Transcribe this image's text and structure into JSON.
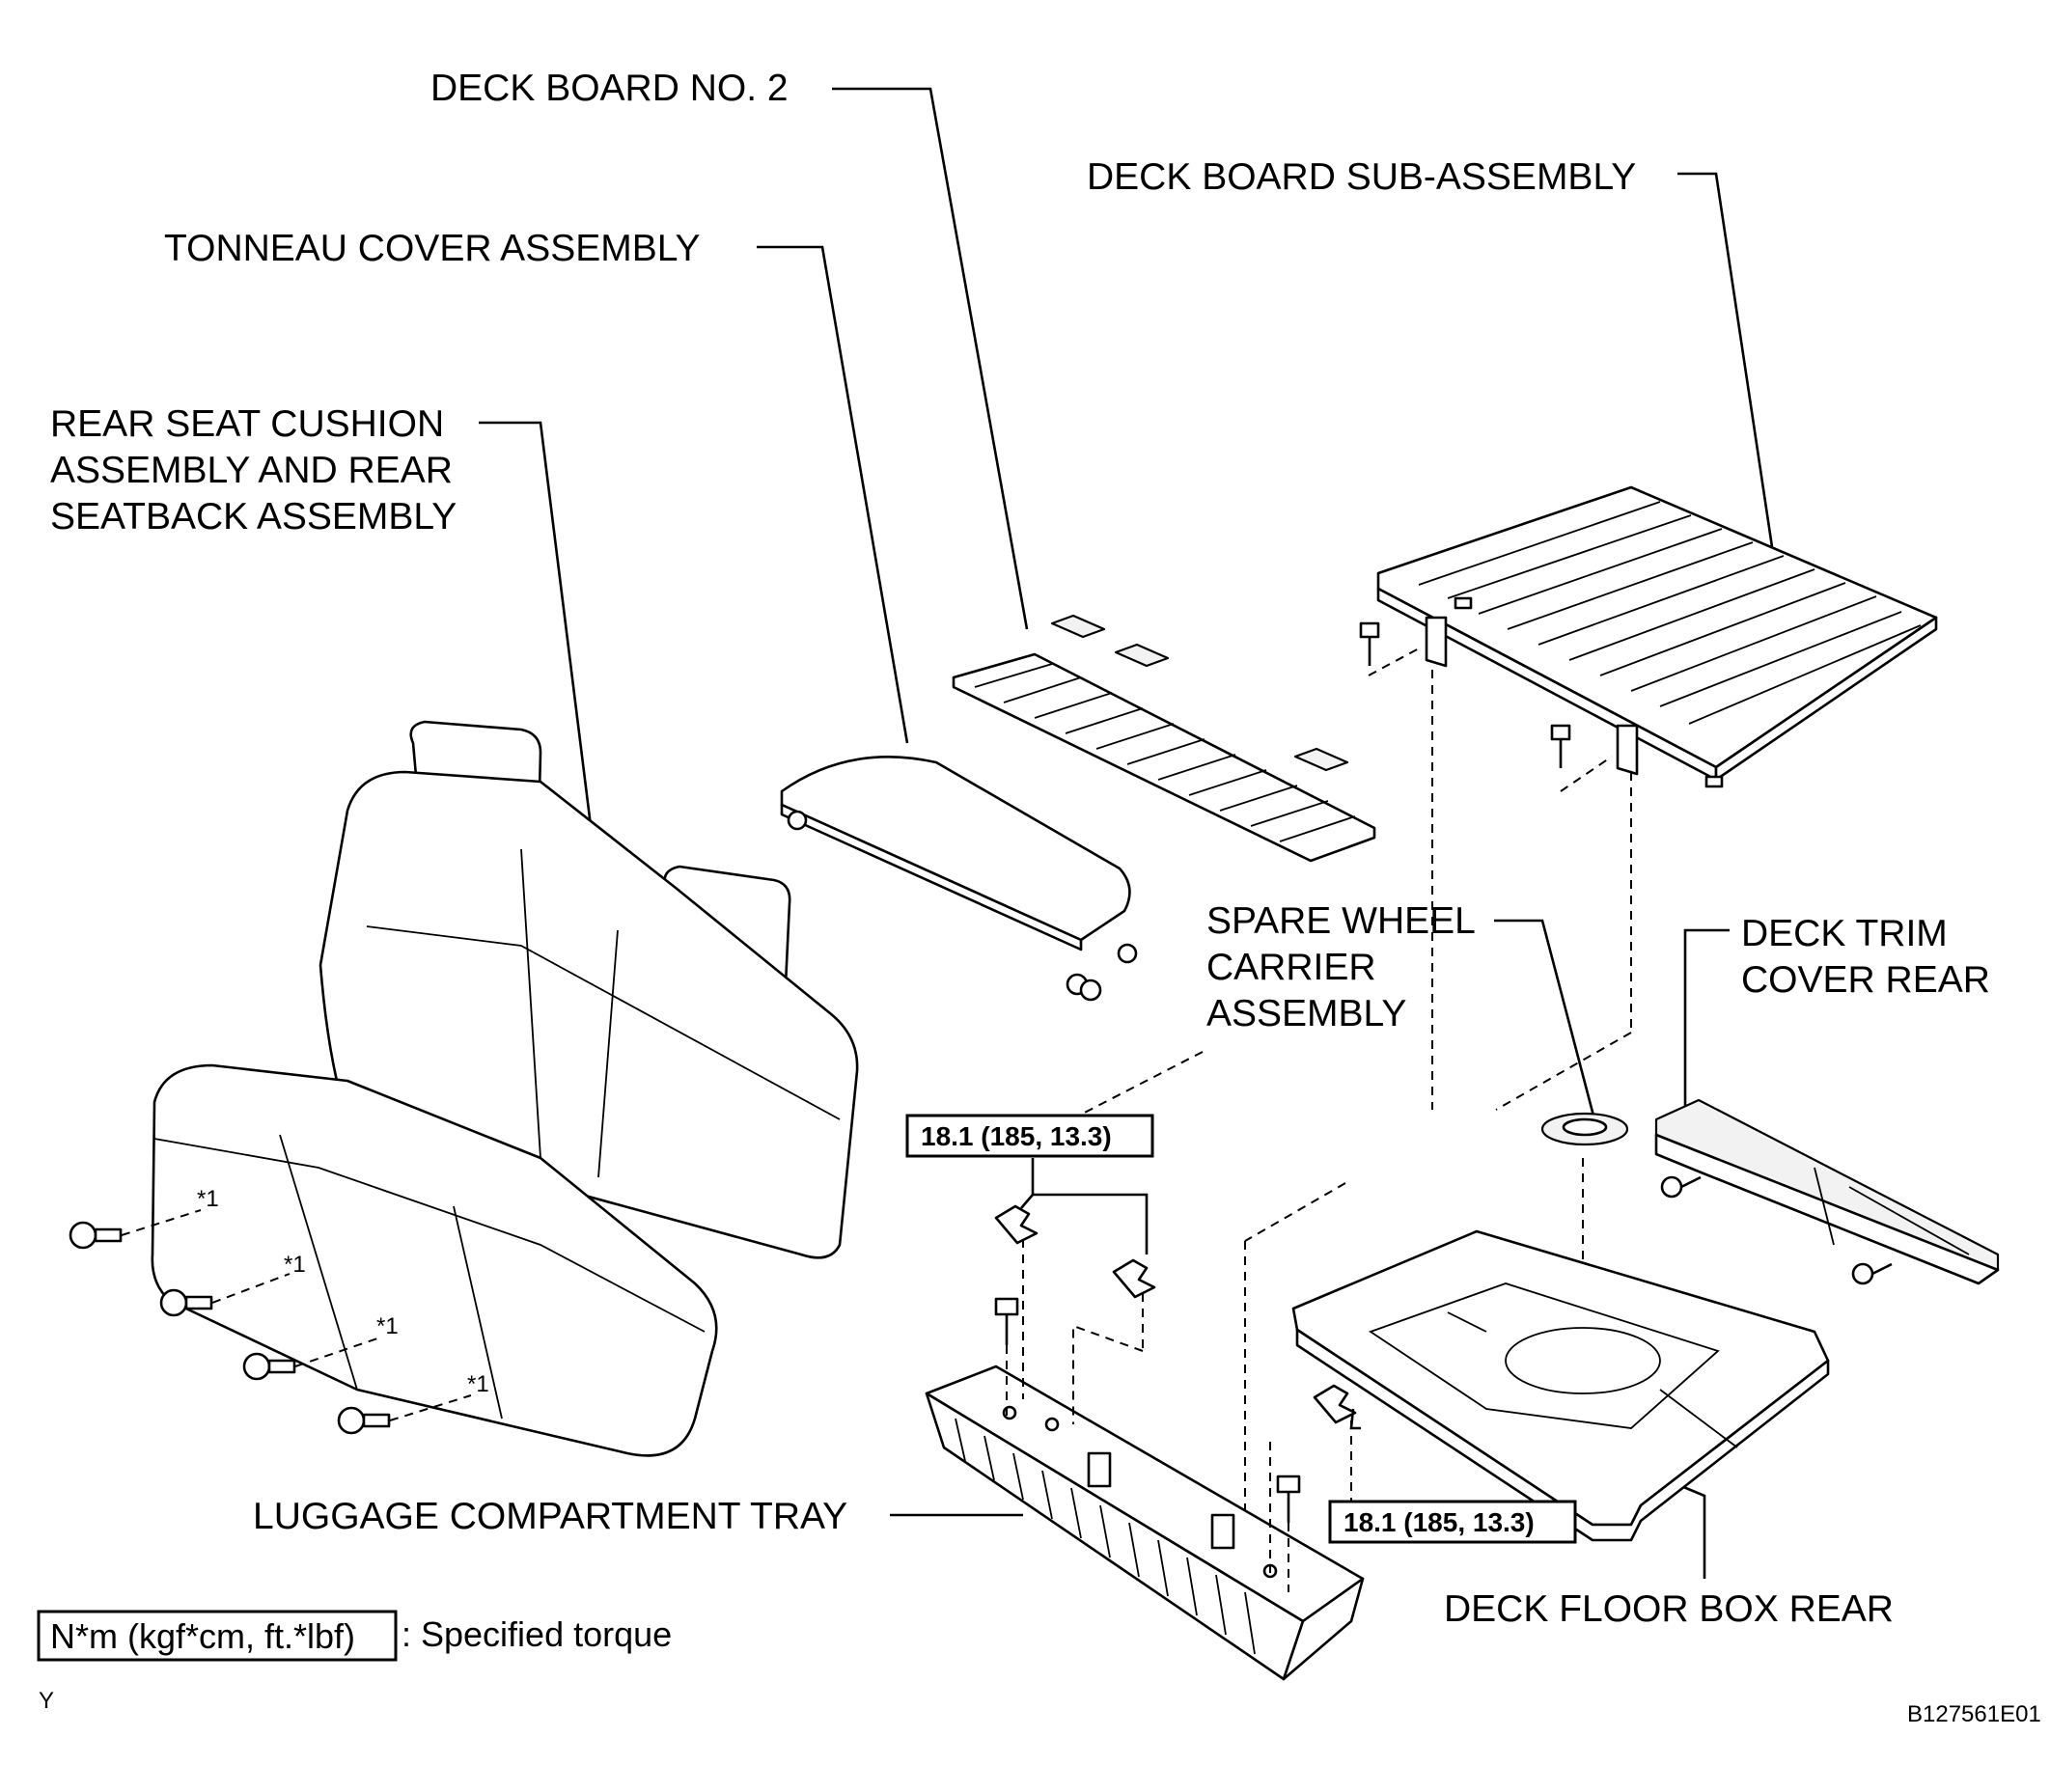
{
  "labels": {
    "deck_board_no2": "DECK BOARD NO. 2",
    "deck_board_sub": "DECK BOARD SUB-ASSEMBLY",
    "tonneau_cover": "TONNEAU COVER ASSEMBLY",
    "rear_seat_line1": "REAR SEAT CUSHION",
    "rear_seat_line2": "ASSEMBLY AND REAR",
    "rear_seat_line3": "SEATBACK ASSEMBLY",
    "spare_wheel_line1": "SPARE WHEEL",
    "spare_wheel_line2": "CARRIER",
    "spare_wheel_line3": "ASSEMBLY",
    "deck_trim_line1": "DECK TRIM",
    "deck_trim_line2": "COVER REAR",
    "luggage_tray": "LUGGAGE COMPARTMENT TRAY",
    "deck_floor_box": "DECK FLOOR BOX REAR"
  },
  "torque": {
    "left": "18.1 (185, 13.3)",
    "right": "18.1 (185, 13.3)"
  },
  "legend": {
    "unit_box": "N*m (kgf*cm, ft.*lbf)",
    "description": ": Specified torque"
  },
  "footer": {
    "code_left": "Y",
    "figure_id": "B127561E01"
  },
  "clip_marks": [
    "*1",
    "*1",
    "*1",
    "*1"
  ]
}
